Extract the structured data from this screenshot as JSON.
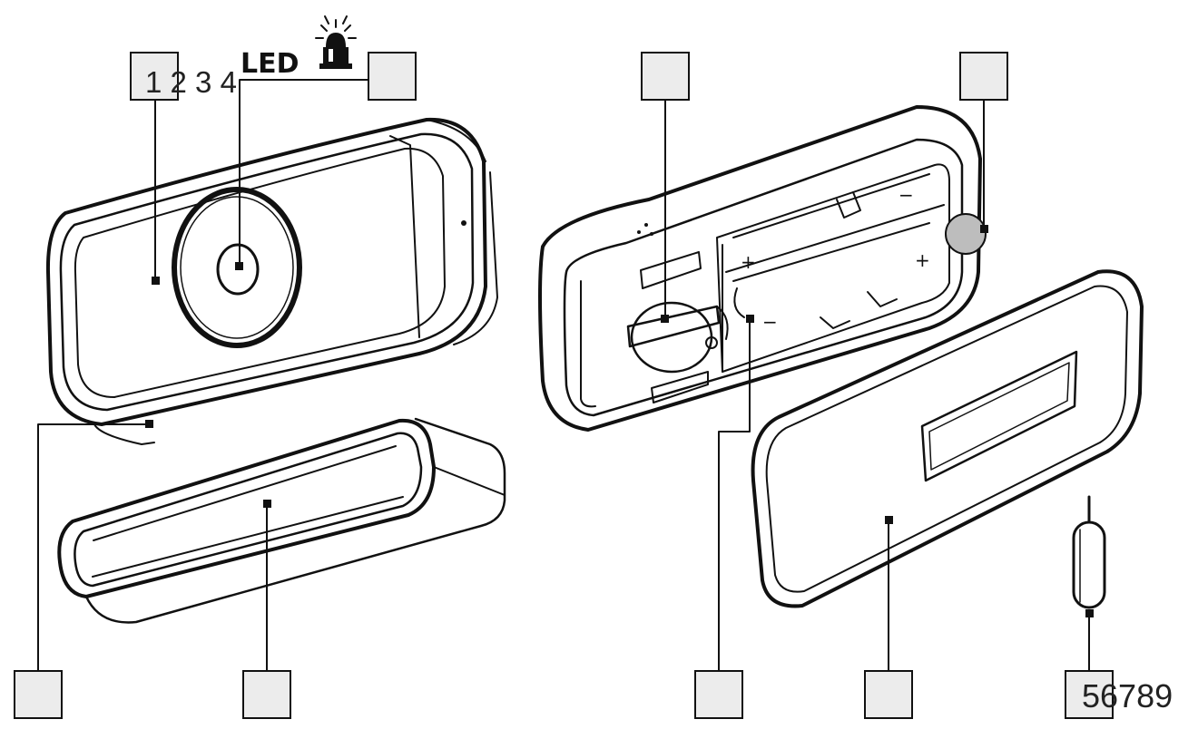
{
  "diagram": {
    "header_label": "LED",
    "number_row_top": "1 2 3 4",
    "number_row_bottom": "56789",
    "icons": {
      "led": "flashing-light-icon"
    }
  }
}
